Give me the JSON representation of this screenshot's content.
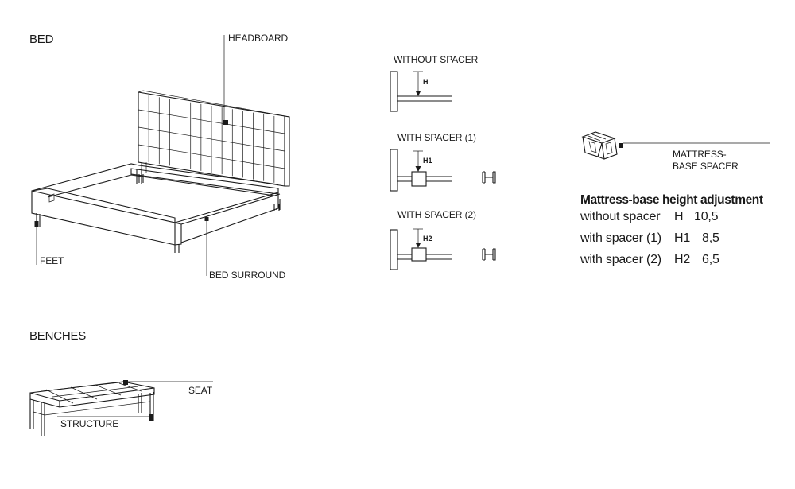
{
  "bed": {
    "title": "BED",
    "headboard": "HEADBOARD",
    "feet": "FEET",
    "surround": "BED SURROUND"
  },
  "spacer_diagrams": {
    "without": "WITHOUT SPACER",
    "with1": "WITH SPACER (1)",
    "with2": "WITH SPACER (2)",
    "h": "H",
    "h1": "H1",
    "h2": "H2"
  },
  "spacer_part": {
    "label_line1": "MATTRESS-",
    "label_line2": "BASE SPACER"
  },
  "height_table": {
    "title": "Mattress-base height adjustment",
    "rows": [
      {
        "label": "without spacer",
        "code": "H",
        "value": "10,5"
      },
      {
        "label": "with spacer (1)",
        "code": "H1",
        "value": "8,5"
      },
      {
        "label": "with spacer (2)",
        "code": "H2",
        "value": "6,5"
      }
    ]
  },
  "benches": {
    "title": "BENCHES",
    "seat": "SEAT",
    "structure": "STRUCTURE"
  }
}
